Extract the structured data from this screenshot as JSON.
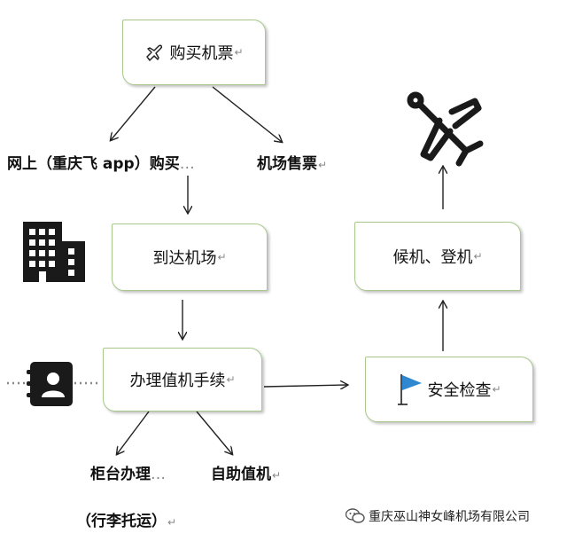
{
  "nodes": {
    "buy": "购买机票",
    "arrive": "到达机场",
    "checkin": "办理值机手续",
    "security": "安全检查",
    "board": "候机、登机"
  },
  "labels": {
    "online": "网上（重庆飞 app）购买",
    "airport_ticket": "机场售票",
    "counter": "柜台办理",
    "self_service": "自助值机",
    "baggage": "（行李托运）"
  },
  "footer": "重庆巫山神女峰机场有限公司",
  "colors": {
    "box_border": "#a9c98a",
    "flag": "#2f86d1",
    "text": "#111111"
  },
  "icons": [
    "airplane-icon",
    "building-icon",
    "id-card-icon",
    "flag-icon",
    "wechat-icon"
  ]
}
